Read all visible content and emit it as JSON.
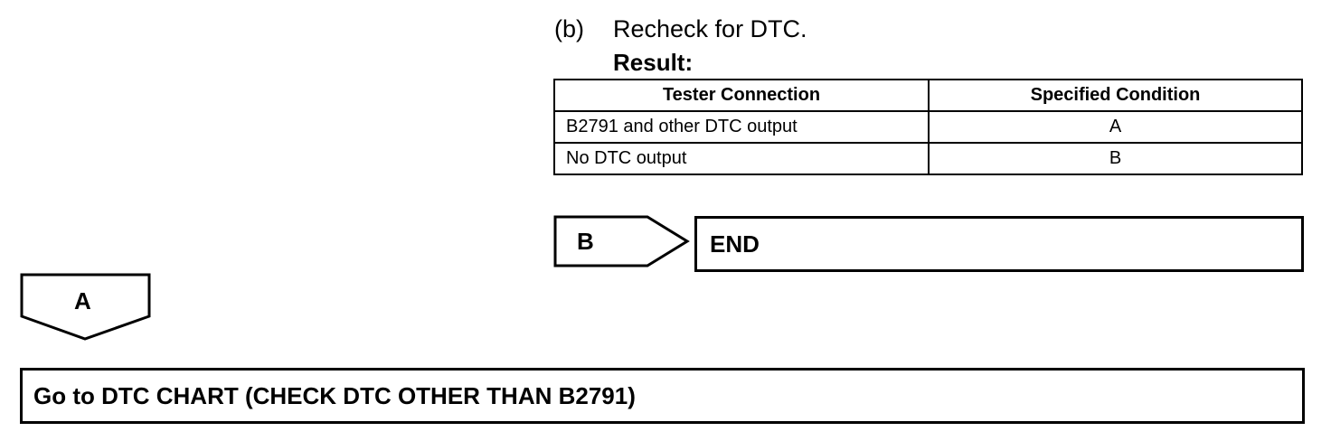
{
  "step": {
    "letter": "(b)",
    "text": "Recheck for DTC."
  },
  "result_label": "Result:",
  "table": {
    "headers": [
      "Tester Connection",
      "Specified Condition"
    ],
    "rows": [
      [
        "B2791 and other DTC output",
        "A"
      ],
      [
        "No DTC output",
        "B"
      ]
    ]
  },
  "branch_b": {
    "label": "B",
    "target": "END"
  },
  "branch_a": {
    "label": "A",
    "target": "Go to DTC CHART (CHECK DTC OTHER THAN B2791)"
  }
}
